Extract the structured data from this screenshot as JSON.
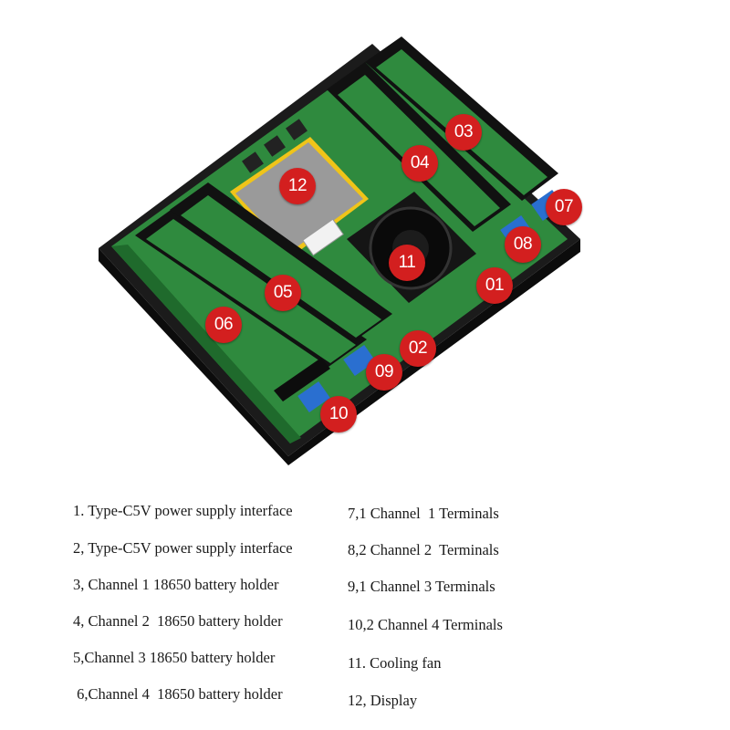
{
  "colors": {
    "pcb": "#2f8a3e",
    "pcb_dark": "#1f6a2c",
    "case": "#1b1b1b",
    "holder": "#111111",
    "terminal": "#2a6fd0",
    "badge": "#d31f1f",
    "screen": "#9a9a9a"
  },
  "badges": [
    "12",
    "03",
    "04",
    "11",
    "05",
    "06",
    "01",
    "02",
    "07",
    "08",
    "09",
    "10"
  ],
  "screen_text": "",
  "legend": {
    "left": [
      "1. Type-C5V power supply interface",
      "2, Type-C5V power supply interface",
      "3, Channel 1 18650 battery holder",
      "4, Channel 2  18650 battery holder",
      "5,Channel 3 18650 battery holder",
      " 6,Channel 4  18650 battery holder"
    ],
    "right": [
      "7,1 Channel  1 Terminals",
      "8,2 Channel 2  Terminals",
      "9,1 Channel 3 Terminals",
      "10,2 Channel 4 Terminals",
      "11. Cooling fan",
      "12, Display"
    ]
  }
}
